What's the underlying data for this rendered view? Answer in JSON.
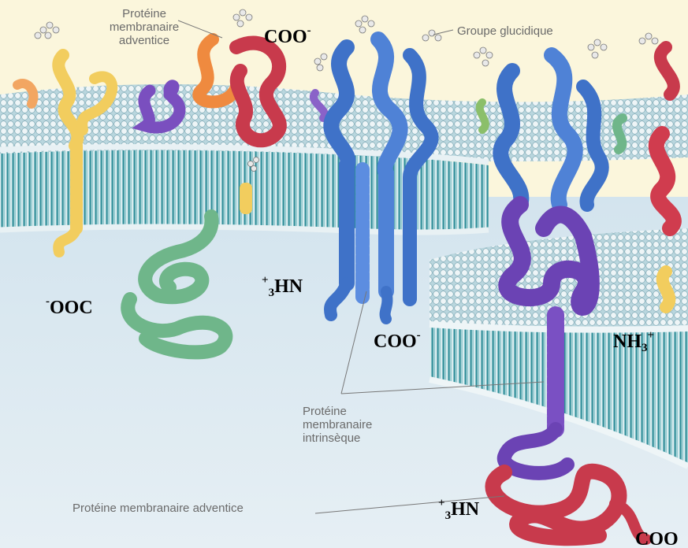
{
  "labels": {
    "peripheral_top_line1": "Protéine",
    "peripheral_top_line2": "membranaire",
    "peripheral_top_line3": "adventice",
    "sugar_group": "Groupe glucidique",
    "integral_line1": "Protéine",
    "integral_line2": "membranaire",
    "integral_line3": "intrinsèque",
    "peripheral_bottom": "Protéine membranaire adventice"
  },
  "termini": {
    "coo_top": {
      "main": "COO",
      "sup": "-"
    },
    "ooc_left": {
      "sup": "-",
      "main": "OOC"
    },
    "h3n_blue": {
      "sup": "+",
      "sub": "3",
      "main": "HN"
    },
    "coo_middle": {
      "main": "COO",
      "sup": "-"
    },
    "nh3_right": {
      "main": "NH",
      "sub": "3",
      "sup": "+"
    },
    "h3n_bottom": {
      "sup": "+",
      "sub": "3",
      "main": "HN"
    },
    "coo_bottom": {
      "main": "COO"
    }
  },
  "colors": {
    "background": "#fbf6dc",
    "cytoplasm": "#dbe9f1",
    "lipid_head": "#e8f1f4",
    "lipid_tail": "#2f8e99",
    "protein_blue": "#3f72c8",
    "protein_purple": "#6b43b4",
    "protein_red": "#c83a4c",
    "protein_yellow": "#f2cd5e",
    "protein_green": "#6fb68a",
    "protein_orange": "#ef8a3f"
  }
}
